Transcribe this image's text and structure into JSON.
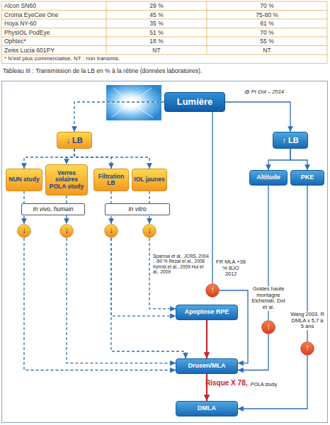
{
  "diagram": {
    "caption": "Tableau III : Transmission de la LB en % à la rétine (données laboratoires).",
    "nodes": [
      {
        "text": [
          "Lumière"
        ]
      },
      {
        "text": [
          "↓ LB"
        ]
      },
      {
        "text": [
          "↑ LB"
        ]
      },
      {
        "text": [
          "NUN study"
        ]
      },
      {
        "text": [
          "Verres solaires POLA study"
        ]
      },
      {
        "text": [
          "Filtration LB"
        ]
      },
      {
        "text": [
          "IOL jaunes"
        ]
      },
      {
        "text": [
          "Altitude"
        ]
      },
      {
        "text": [
          "PKE"
        ]
      },
      {
        "text": [
          "In vivo, humain"
        ]
      },
      {
        "text": [
          "In vitro"
        ]
      },
      {
        "text": [
          "↓"
        ]
      },
      {
        "text": [
          "↓"
        ]
      },
      {
        "text": [
          "↓"
        ]
      },
      {
        "text": [
          "↓"
        ]
      },
      {
        "text": [
          "↑"
        ]
      },
      {
        "text": [
          "Apoptose RPE"
        ]
      },
      {
        "text": [
          "↑"
        ]
      },
      {
        "text": [
          "↑"
        ]
      },
      {
        "text": [
          "Drusen/MLA"
        ]
      },
      {
        "text": [
          "DMLA"
        ]
      }
    ],
    "edges": [
      {
        "from": 0,
        "to": 1,
        "arrow": "to"
      },
      {
        "from": 0,
        "to": 2,
        "arrow": "to"
      },
      {
        "from": 1,
        "to": 3,
        "arrow": "to"
      },
      {
        "from": 1,
        "to": 4,
        "arrow": "to"
      },
      {
        "from": 1,
        "to": 5,
        "arrow": "to"
      },
      {
        "from": 1,
        "to": 6,
        "arrow": "to"
      },
      {
        "from": 2,
        "to": 7,
        "arrow": "to"
      },
      {
        "from": 2,
        "to": 8,
        "arrow": "to"
      },
      {
        "from": 0,
        "to": 15,
        "arrow": "none"
      },
      {
        "from": 3,
        "to": 11,
        "arrow": "to"
      },
      {
        "from": 4,
        "to": 12,
        "arrow": "to"
      },
      {
        "from": 5,
        "to": 13,
        "arrow": "to"
      },
      {
        "from": 6,
        "to": 14,
        "arrow": "to"
      },
      {
        "from": 7,
        "to": 17,
        "arrow": "none"
      },
      {
        "from": 8,
        "to": 18,
        "arrow": "none"
      },
      {
        "from": 11,
        "to": 19,
        "arrow": "to"
      },
      {
        "from": 12,
        "to": 19,
        "arrow": "to"
      },
      {
        "from": 13,
        "to": 16,
        "arrow": "to"
      },
      {
        "from": 14,
        "to": 16,
        "arrow": "to"
      },
      {
        "from": 13,
        "to": 19,
        "arrow": "to"
      },
      {
        "from": 16,
        "to": 19,
        "arrow": "to"
      },
      {
        "from": 15,
        "to": 19,
        "arrow": "to"
      },
      {
        "from": 17,
        "to": 19,
        "arrow": "to"
      },
      {
        "from": 18,
        "to": 20,
        "arrow": "to"
      },
      {
        "from": 19,
        "to": 20,
        "arrow": "to",
        "label": "Risque X 78,"
      }
    ],
    "labels": [
      "Alcon SN60",
      "29 %",
      "70 %",
      "Croma EyeCee One",
      "45 %",
      "75-80 %",
      "Hoya NY-60",
      "35 %",
      "81 %",
      "PhysIOL PodEye",
      "51 %",
      "70 %",
      "Ophtec*",
      "18 %",
      "55 %",
      "Zeiss Lucia 601PY",
      "NT",
      "NT",
      "* N'est plus commercialisé, NT : non transmis.",
      "@ Pr Dot – 2014",
      "FR MLA +38 % BJO 2012",
      "Sparrow et al., JCRS, 2004 : -80 % Rezai et al., 2008 Kernst et al., 2009 Hui et al., 2009",
      "Guides haute montagne Elchehab, Dot et al.",
      "Wang 2003, R DMLA x 5,7 à 5 ans",
      "POLA study"
    ]
  }
}
